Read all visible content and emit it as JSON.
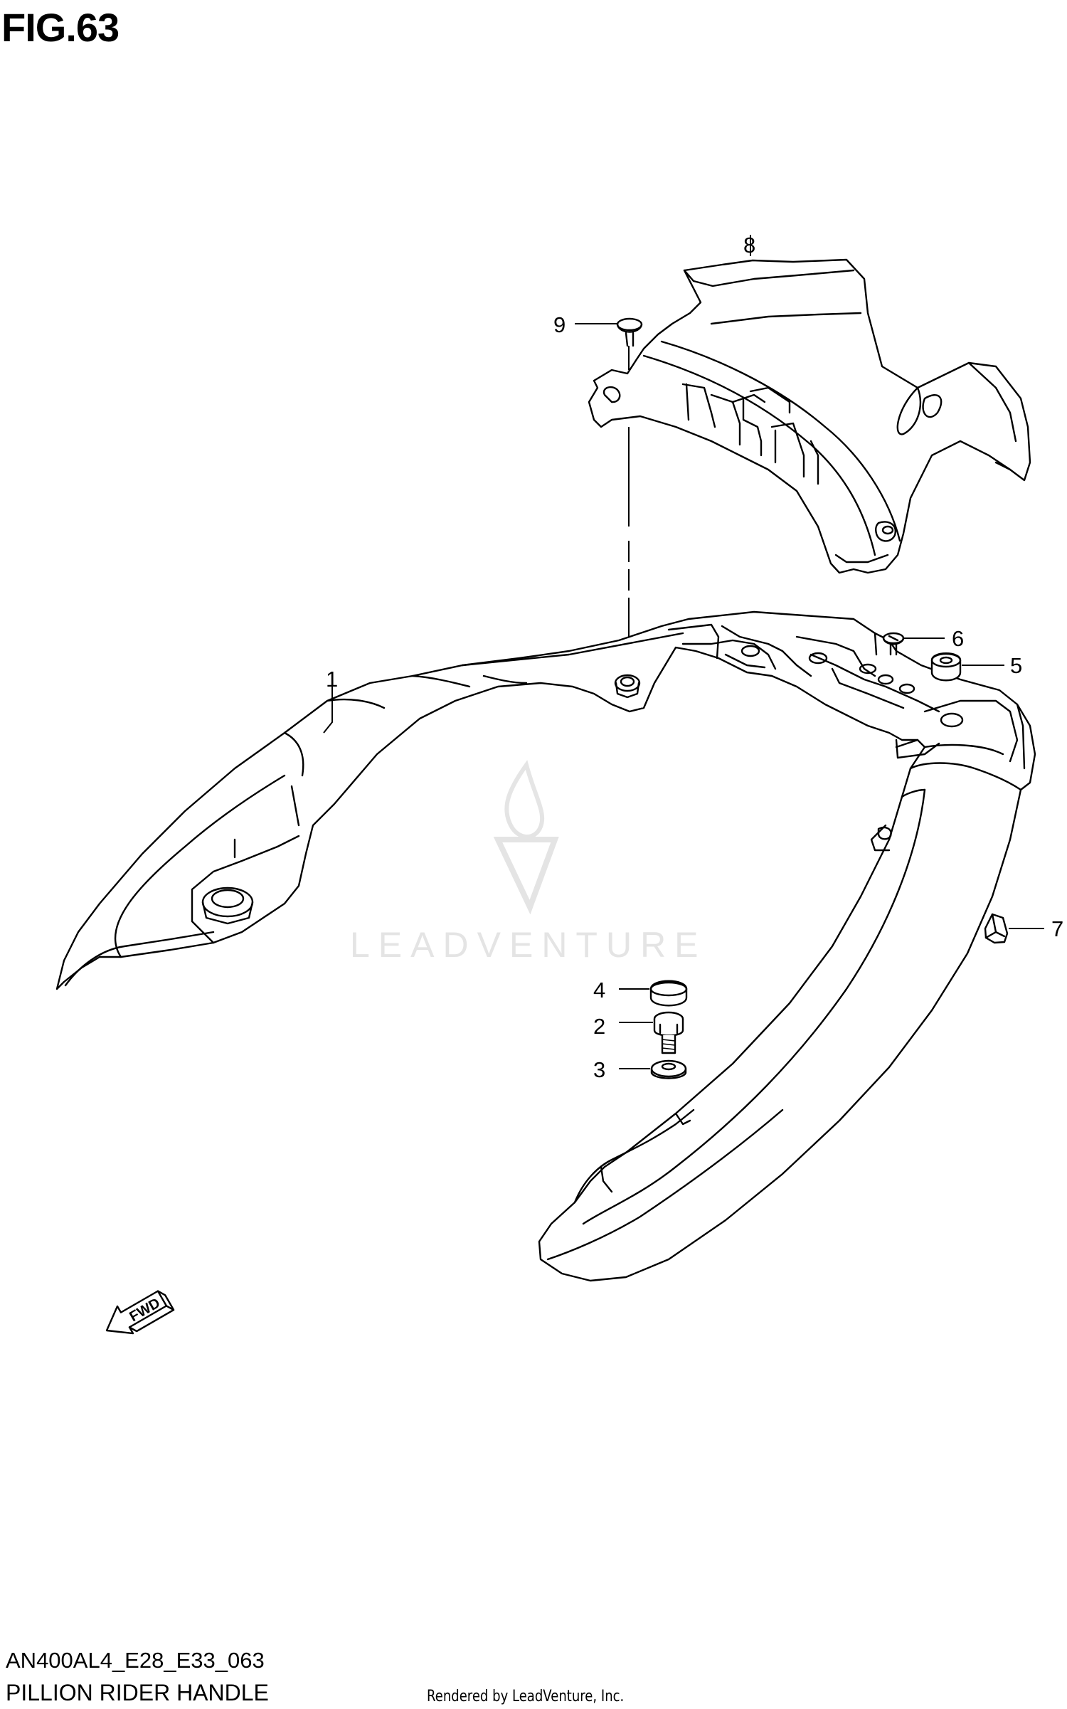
{
  "figure": {
    "title": "FIG.63",
    "model_code": "AN400AL4_E28_E33_063",
    "subtitle": "PILLION RIDER HANDLE",
    "render_credit": "Rendered by LeadVenture, Inc.",
    "watermark": "LEADVENTURE",
    "fwd_label": "FWD"
  },
  "callouts": [
    "1",
    "2",
    "3",
    "4",
    "5",
    "6",
    "7",
    "8",
    "9"
  ],
  "colors": {
    "line": "#000000",
    "background": "#ffffff",
    "watermark": "#e2e2e2"
  }
}
